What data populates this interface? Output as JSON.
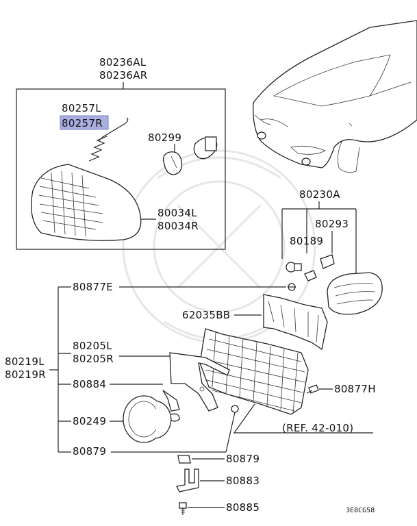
{
  "labels": {
    "l_80236al": "80236AL",
    "l_80236ar": "80236AR",
    "l_80257l": "80257L",
    "l_80257r": "80257R",
    "l_80299": "80299",
    "l_80034l": "80034L",
    "l_80034r": "80034R",
    "l_80230a": "80230A",
    "l_80293": "80293",
    "l_80189": "80189",
    "l_80877e": "80877E",
    "l_62035bb": "62035BB",
    "l_80219l": "80219L",
    "l_80219r": "80219R",
    "l_80205l": "80205L",
    "l_80205r": "80205R",
    "l_80884": "80884",
    "l_80877h": "80877H",
    "l_80249": "80249",
    "l_ref": "(REF. 42-010)",
    "l_80879a": "80879",
    "l_80879b": "80879",
    "l_80883": "80883",
    "l_80885": "80885",
    "l_code": "3E8CG58"
  },
  "highlight": {
    "part": "80257R",
    "color": "#a9aee0"
  }
}
